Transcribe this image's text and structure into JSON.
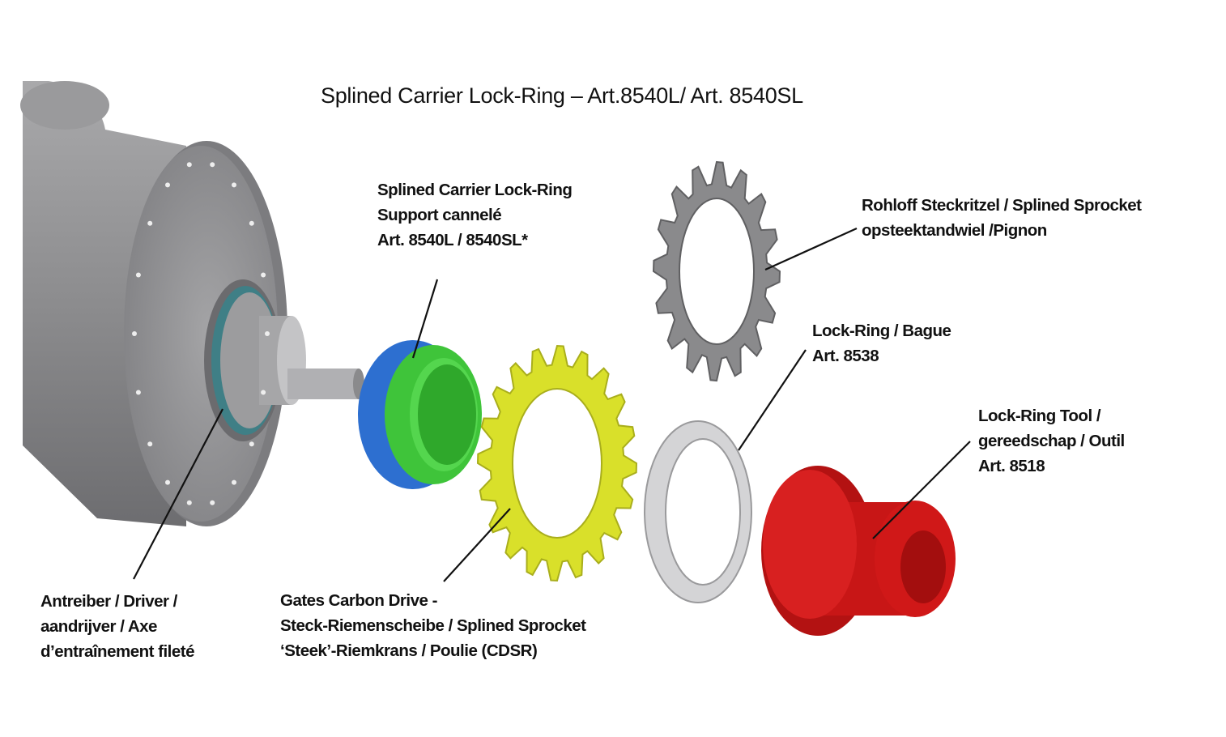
{
  "title": "Splined Carrier Lock-Ring – Art.8540L/ Art. 8540SL",
  "labels": {
    "carrier": [
      "Splined Carrier Lock-Ring",
      "Support cannelé",
      "Art. 8540L / 8540SL*"
    ],
    "sprocket": [
      "Rohloff Steckritzel / Splined Sprocket",
      "opsteektandwiel /Pignon"
    ],
    "lockring": [
      "Lock-Ring / Bague",
      "Art. 8538"
    ],
    "tool": [
      "Lock-Ring Tool /",
      "gereedschap / Outil",
      "Art. 8518"
    ],
    "driver": [
      "Antreiber / Driver /",
      "aandrijver / Axe",
      "d’entraînement fileté"
    ],
    "gates": [
      "Gates Carbon Drive -",
      "Steck-Riemenscheibe / Splined Sprocket",
      "‘Steek’-Riemkrans / Poulie (CDSR)"
    ]
  },
  "colors": {
    "hub": "#8e8e90",
    "carrier_outer": "#2d6fd0",
    "carrier_inner": "#3fc43a",
    "gates_sprocket": "#d9e02a",
    "rohloff_sprocket": "#8a8a8c",
    "lockring": "#d4d4d6",
    "tool": "#d01818"
  }
}
